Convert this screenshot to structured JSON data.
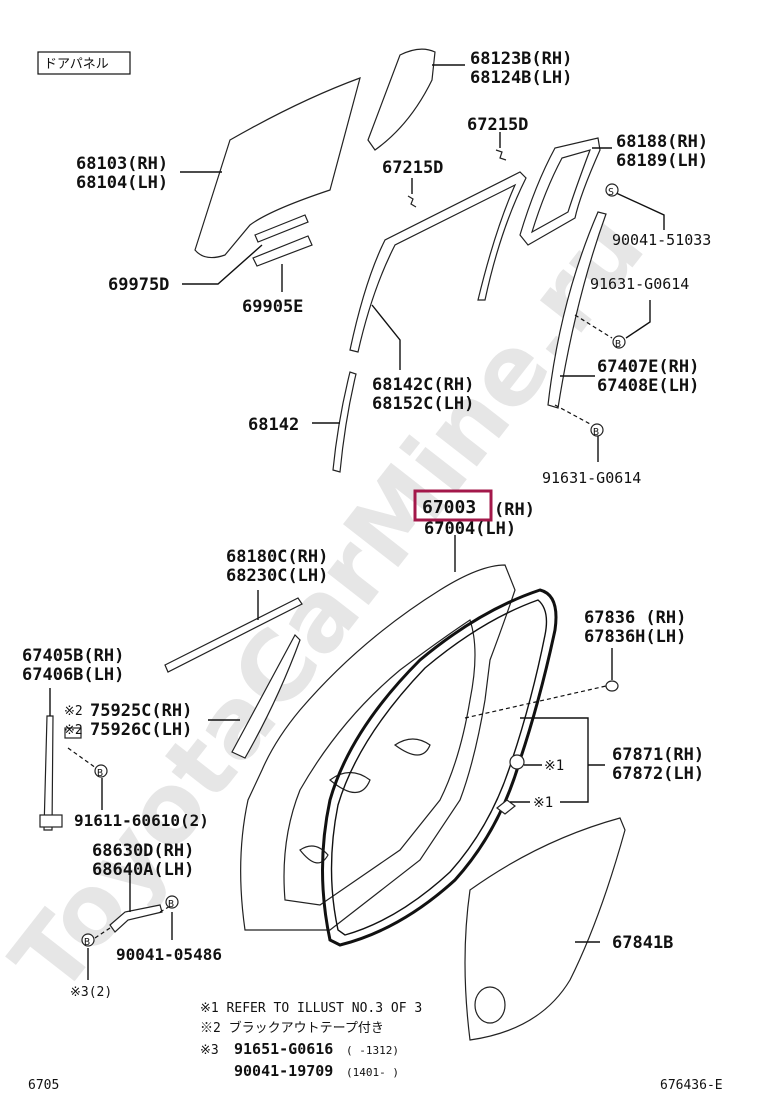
{
  "header_box": "ドアパネル",
  "watermark": "ToyotaCarMine.ru",
  "parts": {
    "p68123": "68123B(RH)",
    "p68124": "68124B(LH)",
    "p67215_top": "67215D",
    "p67215_mid": "67215D",
    "p68188": "68188(RH)",
    "p68189": "68189(LH)",
    "p90041_51033": "90041-51033",
    "p91631_a": "91631-G0614",
    "p67407": "67407E(RH)",
    "p67408": "67408E(LH)",
    "p91631_b": "91631-G0614",
    "p68103": "68103(RH)",
    "p68104": "68104(LH)",
    "p69975": "69975D",
    "p69905": "69905E",
    "p68142C": "68142C(RH)",
    "p68152C": "68152C(LH)",
    "p68142": "68142",
    "p67003_num": "67003",
    "p67003_suffix": "(RH)",
    "p67004": "67004(LH)",
    "p68180": "68180C(RH)",
    "p68230": "68230C(LH)",
    "p67836": "67836 (RH)",
    "p67836H": "67836H(LH)",
    "p67405": "67405B(RH)",
    "p67406": "67406B(LH)",
    "p75925_mark": "※2",
    "p75925": "75925C(RH)",
    "p75926_mark": "※2",
    "p75926": "75926C(LH)",
    "p67871": "67871(RH)",
    "p67872": "67872(LH)",
    "p_x1_a": "※1",
    "p_x1_b": "※1",
    "p91611": "91611-60610(2)",
    "p68630": "68630D(RH)",
    "p68640": "68640A(LH)",
    "p90041_05486": "90041-05486",
    "p67841": "67841B",
    "p_x3": "※3(2)"
  },
  "markers": {
    "b": "B",
    "s": "S"
  },
  "notes": {
    "n1": "※1 REFER TO ILLUST NO.3 OF 3",
    "n2": "※2 ブラックアウトテープ付き",
    "n3_mark": "※3",
    "n3_part": "91651-G0616",
    "n3_range": "(      -1312)",
    "n4_part": "90041-19709",
    "n4_range": "(1401-      )"
  },
  "footer": {
    "left": "6705",
    "right": "676436-E"
  },
  "colors": {
    "highlight": "#a3184a",
    "ink": "#111111",
    "watermark": "#e6e6e6"
  }
}
